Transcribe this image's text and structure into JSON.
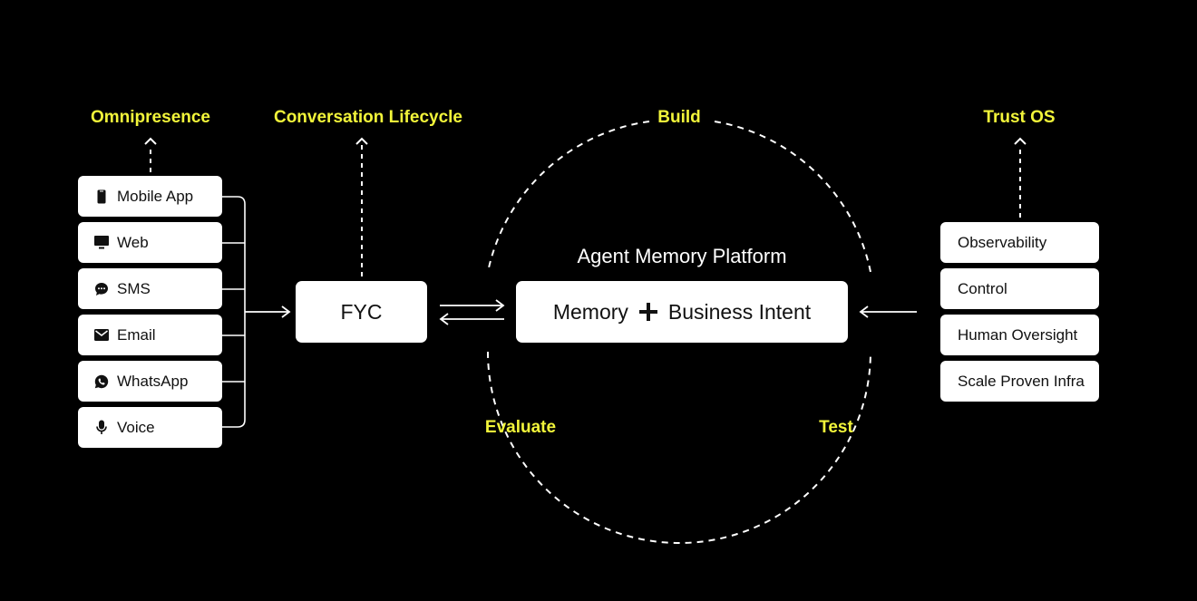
{
  "labels": {
    "omnipresence": "Omnipresence",
    "conversation_lifecycle": "Conversation Lifecycle",
    "build": "Build",
    "evaluate": "Evaluate",
    "test": "Test",
    "trust_os": "Trust OS"
  },
  "channels": [
    {
      "label": "Mobile App",
      "icon": "mobile-phone-icon"
    },
    {
      "label": "Web",
      "icon": "monitor-icon"
    },
    {
      "label": "SMS",
      "icon": "chat-bubble-icon"
    },
    {
      "label": "Email",
      "icon": "envelope-icon"
    },
    {
      "label": "WhatsApp",
      "icon": "whatsapp-icon"
    },
    {
      "label": "Voice",
      "icon": "microphone-icon"
    }
  ],
  "fyc": {
    "label": "FYC"
  },
  "platform": {
    "title": "Agent Memory Platform",
    "left": "Memory",
    "right": "Business Intent",
    "joiner_icon": "plus-icon"
  },
  "trust": [
    {
      "label": "Observability"
    },
    {
      "label": "Control"
    },
    {
      "label": "Human Oversight"
    },
    {
      "label": "Scale Proven Infra"
    }
  ],
  "colors": {
    "background": "#000000",
    "accent": "#f2f53a",
    "box": "#ffffff",
    "box_text": "#111111",
    "line": "#ffffff"
  }
}
